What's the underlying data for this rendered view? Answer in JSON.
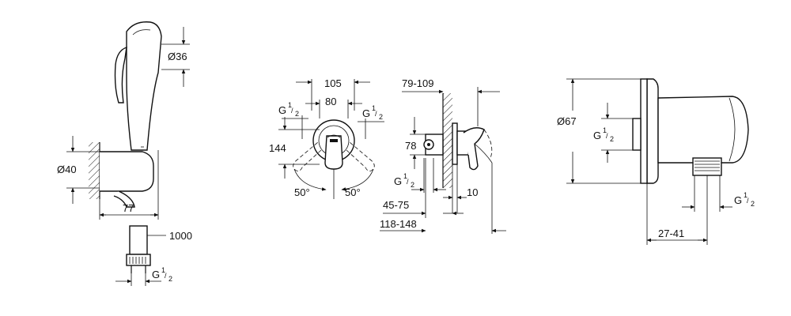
{
  "hand_shower": {
    "diameter_head": "Ø36",
    "diameter_holder": "Ø40",
    "depth": "77",
    "hose_length": "1000",
    "thread": "G",
    "thread_num": "1",
    "thread_den": "2"
  },
  "valve_front": {
    "width_outer": "105",
    "width_inner": "80",
    "height": "144",
    "angle_left": "50°",
    "angle_right": "50°",
    "thread_left": "G",
    "thread_right": "G",
    "thread_num": "1",
    "thread_den": "2"
  },
  "valve_side": {
    "range_top": "79-109",
    "height": "78",
    "offset": "10",
    "range_mid": "45-75",
    "range_bottom": "118-148",
    "thread": "G",
    "thread_num": "1",
    "thread_den": "2"
  },
  "wall_outlet": {
    "diameter": "Ø67",
    "thread_left": "G",
    "thread_right": "G",
    "thread_num": "1",
    "thread_den": "2",
    "depth": "27-41"
  }
}
